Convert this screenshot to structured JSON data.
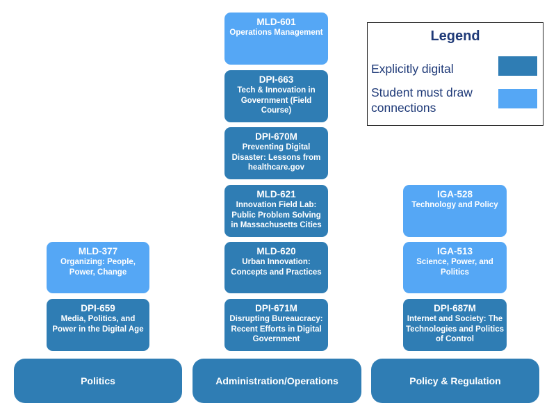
{
  "legend": {
    "title": "Legend",
    "items": [
      {
        "label": "Explicitly digital",
        "color": "#2f7db4"
      },
      {
        "label": "Student must draw connections",
        "label_lines": [
          "Student must draw",
          "connections"
        ],
        "color": "#55a7f5"
      }
    ]
  },
  "pillars": [
    {
      "name": "Politics",
      "courses": [
        {
          "code": "MLD-377",
          "title": "Organizing: People, Power, Change",
          "type": "student-connections"
        },
        {
          "code": "DPI-659",
          "title": "Media, Politics, and Power in the Digital Age",
          "type": "explicitly-digital"
        }
      ]
    },
    {
      "name": "Administration/Operations",
      "courses": [
        {
          "code": "MLD-601",
          "title": "Operations Management",
          "type": "student-connections"
        },
        {
          "code": "DPI-663",
          "title": "Tech & Innovation in Government (Field Course)",
          "type": "explicitly-digital"
        },
        {
          "code": "DPI-670M",
          "title": "Preventing Digital Disaster: Lessons from healthcare.gov",
          "type": "explicitly-digital"
        },
        {
          "code": "MLD-621",
          "title": "Innovation Field Lab: Public Problem Solving in Massachusetts Cities",
          "type": "explicitly-digital"
        },
        {
          "code": "MLD-620",
          "title": "Urban Innovation: Concepts and Practices",
          "type": "explicitly-digital"
        },
        {
          "code": "DPI-671M",
          "title": "Disrupting Bureaucracy: Recent Efforts in Digital Government",
          "type": "explicitly-digital"
        }
      ]
    },
    {
      "name": "Policy & Regulation",
      "courses": [
        {
          "code": "IGA-528",
          "title": "Technology and Policy",
          "type": "student-connections"
        },
        {
          "code": "IGA-513",
          "title": "Science, Power, and Politics",
          "type": "student-connections"
        },
        {
          "code": "DPI-687M",
          "title": "Internet and Society: The Technologies and Politics of Control",
          "type": "explicitly-digital"
        }
      ]
    }
  ]
}
